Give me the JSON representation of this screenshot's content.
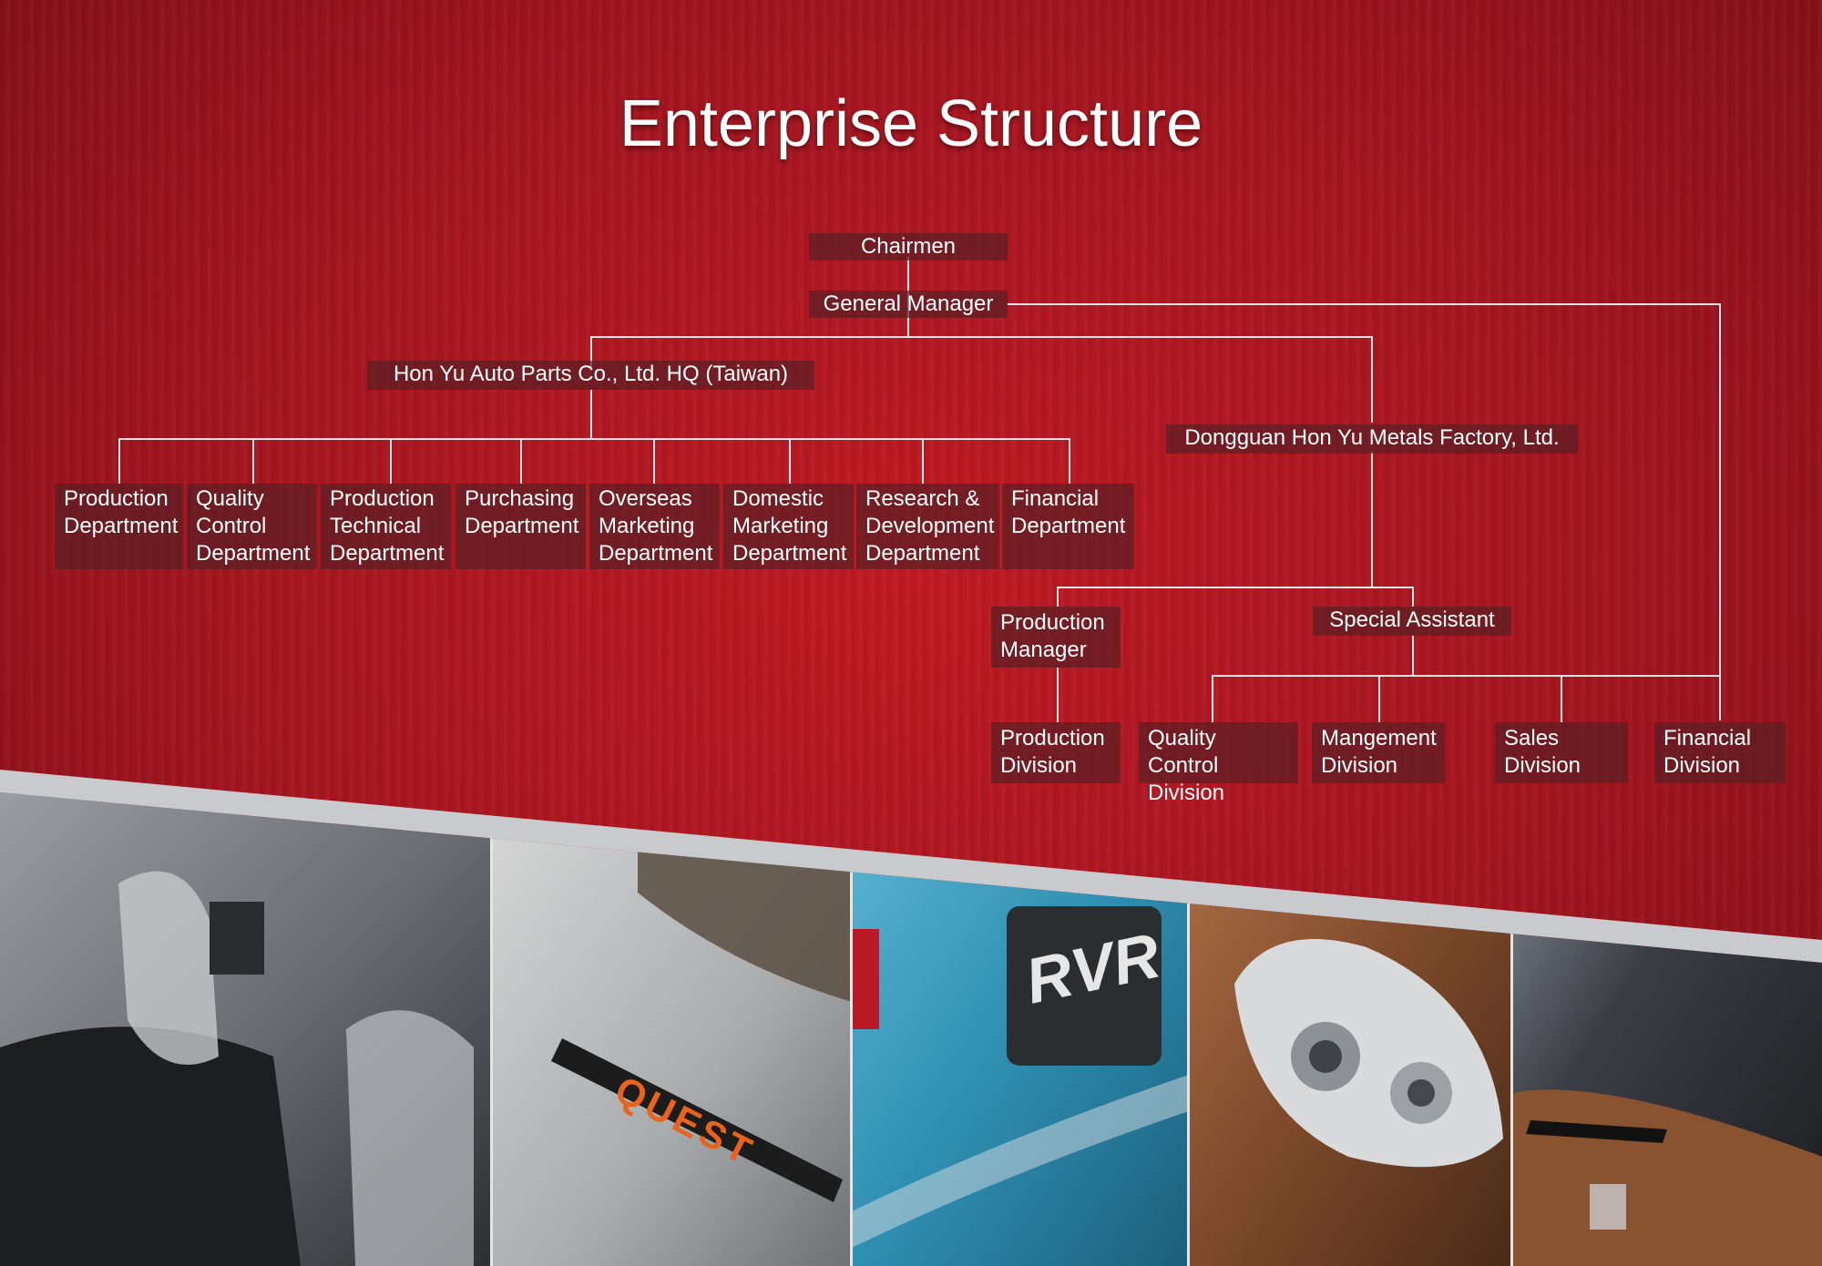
{
  "title": "Enterprise Structure",
  "org": {
    "chairmen": "Chairmen",
    "general_manager": "General Manager",
    "hq": "Hon Yu Auto Parts Co., Ltd. HQ (Taiwan)",
    "dongguan": "Dongguan Hon Yu Metals Factory, Ltd.",
    "hq_departments": [
      [
        "Production",
        "Department"
      ],
      [
        "Quality",
        "Control",
        "Department"
      ],
      [
        "Production",
        "Technical",
        "Department"
      ],
      [
        "Purchasing",
        "Department"
      ],
      [
        "Overseas",
        "Marketing",
        "Department"
      ],
      [
        "Domestic",
        "Marketing",
        "Department"
      ],
      [
        "Research &",
        "Development",
        "Department"
      ],
      [
        "Financial",
        "Department"
      ]
    ],
    "production_manager": [
      "Production",
      "Manager"
    ],
    "special_assistant": "Special Assistant",
    "divisions": {
      "production": [
        "Production",
        "Division"
      ],
      "quality_control": [
        "Quality Control",
        "Division"
      ],
      "mangement": [
        "Mangement",
        "Division"
      ],
      "sales": [
        "Sales",
        "Division"
      ],
      "financial": [
        "Financial",
        "Division"
      ]
    }
  },
  "photos": {
    "quest_badge": "QUEST",
    "rvr_badge": "RVR"
  },
  "colors": {
    "background": "#b5161f",
    "box": "#5a1e24",
    "line": "#f0e6e6",
    "quest_text": "#e8641c"
  }
}
